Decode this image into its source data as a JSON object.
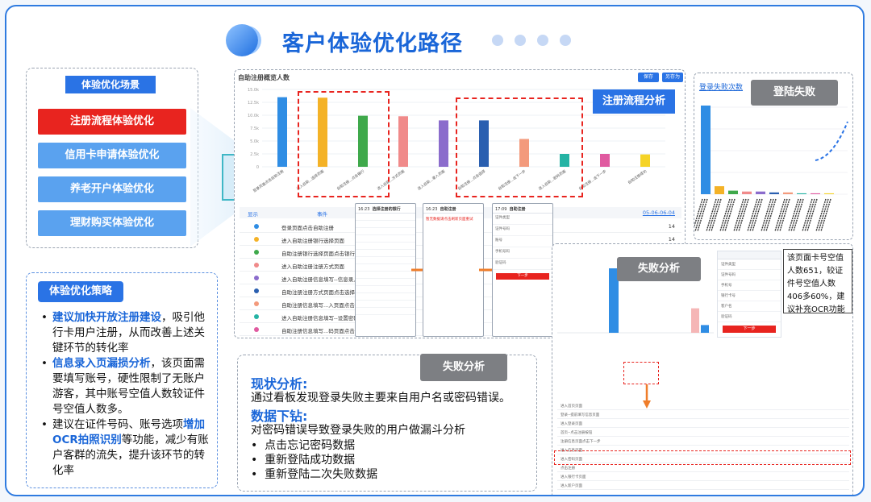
{
  "title": "客户体验优化路径",
  "scenes": {
    "header": "体验优化场景",
    "items": [
      {
        "label": "注册流程体验优化",
        "active": true
      },
      {
        "label": "信用卡申请体验优化",
        "active": false
      },
      {
        "label": "养老开户体验优化",
        "active": false
      },
      {
        "label": "理财购买体验优化",
        "active": false
      }
    ]
  },
  "strategy": {
    "header": "体验优化策略",
    "items": [
      {
        "bold": "建议加快开放注册建设",
        "rest": "，吸引他行卡用户注册，从而改善上述关键环节的转化率"
      },
      {
        "bold": "信息录入页漏损分析",
        "rest": "，该页面需要填写账号，硬性限制了无账户游客，其中账号空值人数较证件号空值人数多。"
      },
      {
        "pre": "建议在证件号码、账号选项",
        "bold": "增加OCR拍照识别",
        "rest": "等功能，减少有账户客群的流失，提升该环节的转化率"
      }
    ]
  },
  "dashboard": {
    "header": "自助注册概览人数",
    "btn_save": "保存",
    "btn_saveas": "另存为",
    "callout": "注册流程分析",
    "table_header_left": "显示",
    "table_header_name": "事件",
    "table_header_date": "05-06-06-04",
    "rows": [
      {
        "name": "登录页面点击自助注册",
        "val": "14",
        "color": "#2f8de4"
      },
      {
        "name": "进入自助注册银行选择页面",
        "val": "14",
        "color": "#f4b227"
      },
      {
        "name": "自助注册银行选择页面点击银行",
        "val": "",
        "color": "#3fa94b"
      },
      {
        "name": "进入自助注册注册方式页面",
        "val": "",
        "color": "#f08a8a"
      },
      {
        "name": "进入自助注册信息填写--信息录入页面",
        "val": "",
        "color": "#8b6ccc"
      },
      {
        "name": "自助注册注册方式页面点击选择",
        "val": "",
        "color": "#2a5fb0"
      },
      {
        "name": "自助注册信息填写...入页面点击下一步",
        "val": "",
        "color": "#f39a7c"
      },
      {
        "name": "进入自助注册信息填写--设置密码页面",
        "val": "",
        "color": "#25b3a4"
      },
      {
        "name": "自助注册信息填写...码页面点击下一步",
        "val": "",
        "color": "#e05aa0"
      }
    ]
  },
  "chart_data": {
    "type": "bar",
    "categories": [
      "登录页面点击自助注册",
      "进入自助...选择页面",
      "自助注册...点击银行",
      "进入自助...方式页面",
      "进入自助...录入页面",
      "自助注册...点击选择",
      "自助注册...击下一步",
      "进入自助...密码页面",
      "自助注册...击下一步",
      "自助注册成功"
    ],
    "values": [
      13.5,
      13.4,
      9.9,
      9.8,
      9.0,
      9.0,
      5.4,
      2.5,
      2.5,
      2.4
    ],
    "ylim": [
      0,
      15
    ],
    "yticks": [
      "15.0k",
      "12.5k",
      "10.0k",
      "7.5k",
      "5.0k",
      "2.5k",
      "0"
    ],
    "colors": [
      "#2f8de4",
      "#f4b227",
      "#3fa94b",
      "#f08a8a",
      "#8b6ccc",
      "#2a5fb0",
      "#f39a7c",
      "#25b3a4",
      "#e05aa0",
      "#f5d327"
    ]
  },
  "phones": [
    {
      "header": "选择注册的银行",
      "time": "16:23"
    },
    {
      "header": "自助注册",
      "time": "16:23",
      "alert": "暂无数据请点击刷新页面重试"
    },
    {
      "header": "自助注册",
      "time": "17:09",
      "fields": [
        "证件类型",
        "证件号码",
        "账号",
        "手机号码",
        "验证码"
      ],
      "button": "下一步"
    }
  ],
  "login": {
    "title": "登录失败次数",
    "callout": "登陆失败",
    "values": [
      100,
      9,
      4,
      3,
      3,
      2,
      2,
      1,
      1,
      1
    ]
  },
  "analysis": {
    "callout": "失败分析",
    "status_title": "现状分析:",
    "status_text": "通过看板发现登录失败主要来自用户名或密码错误。",
    "drill_title": "数据下钻:",
    "drill_text": "对密码错误导致登录失败的用户做漏斗分析",
    "bullets": [
      "点击忘记密码数据",
      "重新登陆成功数据",
      "重新登陆二次失败数据"
    ]
  },
  "failure": {
    "callout": "失败分析",
    "note": "该页面卡号空值人数651，较证件号空值人数406多60%，建议补充OCR功能",
    "bars": [
      100,
      38,
      12
    ],
    "form_fields": [
      "证件类型",
      "证件号码",
      "手机号",
      "银行卡号",
      "客户名",
      "验证码"
    ],
    "button": "下一步",
    "rows": [
      "进入首页页面",
      "登录--提前填写信息页面",
      "进入登录页面",
      "首页--点击注册按钮",
      "注册信息页面点击下一步",
      "进入信息页面",
      "进入密码页面",
      "点击注册",
      "进入银行卡页面",
      "进入新户页面"
    ]
  }
}
